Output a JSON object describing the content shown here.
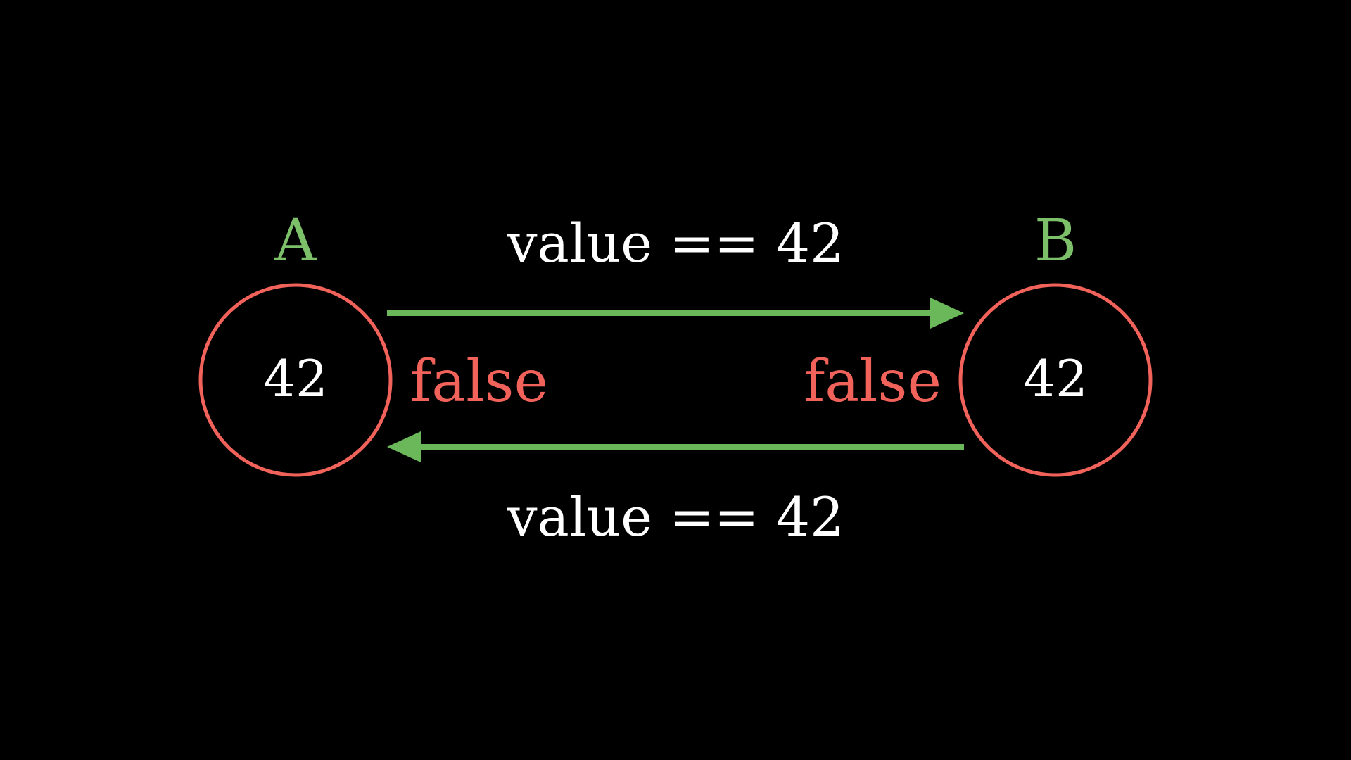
{
  "colors": {
    "background": "#000000",
    "node_stroke": "#f0625a",
    "node_name": "#7cc06a",
    "arrow": "#6ab85a",
    "result": "#f0625a",
    "text": "#ffffff"
  },
  "nodes": {
    "a": {
      "name": "A",
      "value": "42"
    },
    "b": {
      "name": "B",
      "value": "42"
    }
  },
  "edges": {
    "a_to_b": {
      "label": "value == 42",
      "result": "false"
    },
    "b_to_a": {
      "label": "value == 42",
      "result": "false"
    }
  }
}
